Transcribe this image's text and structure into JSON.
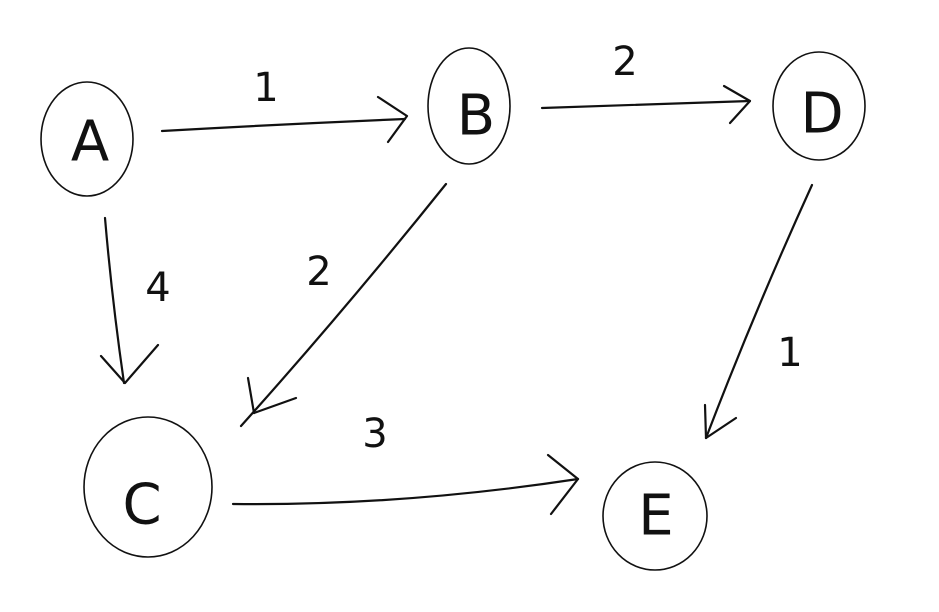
{
  "diagram": {
    "type": "directed-weighted-graph",
    "nodes": [
      {
        "id": "A",
        "label": "A"
      },
      {
        "id": "B",
        "label": "B"
      },
      {
        "id": "C",
        "label": "C"
      },
      {
        "id": "D",
        "label": "D"
      },
      {
        "id": "E",
        "label": "E"
      }
    ],
    "edges": [
      {
        "from": "A",
        "to": "B",
        "weight": "1"
      },
      {
        "from": "B",
        "to": "D",
        "weight": "2"
      },
      {
        "from": "A",
        "to": "C",
        "weight": "4"
      },
      {
        "from": "B",
        "to": "C",
        "weight": "2"
      },
      {
        "from": "D",
        "to": "E",
        "weight": "1"
      },
      {
        "from": "C",
        "to": "E",
        "weight": "3"
      }
    ]
  }
}
